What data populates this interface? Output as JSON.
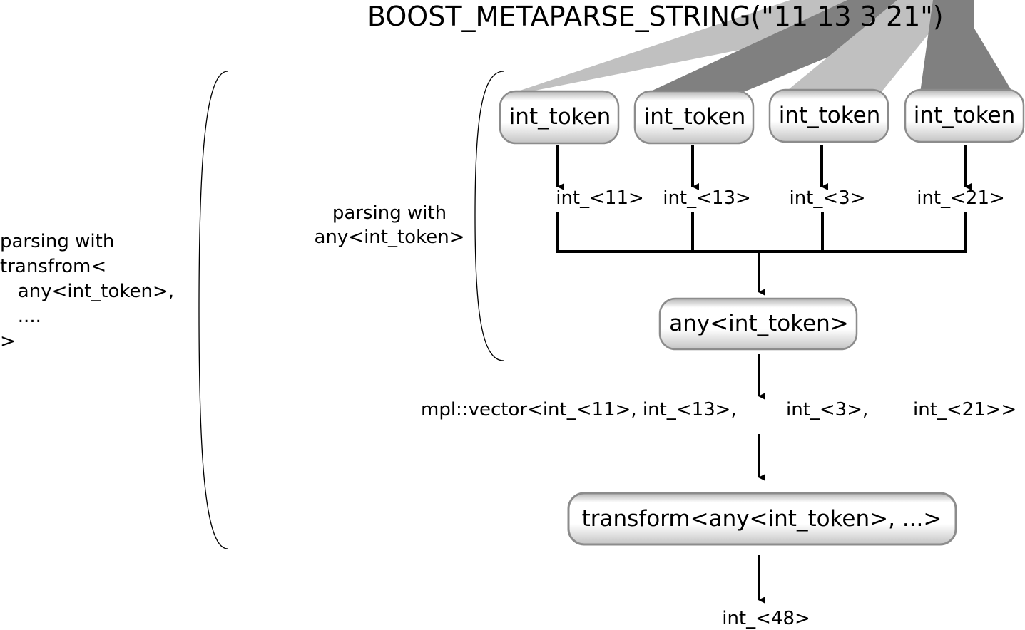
{
  "title": {
    "prefix": "BOOST_METAPARSE_STRING(\"",
    "tokens": [
      "11",
      "13",
      "3",
      "21"
    ],
    "suffix": "\")"
  },
  "tokens": [
    {
      "box": "int_token",
      "result": "int_<11>"
    },
    {
      "box": "int_token",
      "result": "int_<13>"
    },
    {
      "box": "int_token",
      "result": "int_<3>"
    },
    {
      "box": "int_token",
      "result": "int_<21>"
    }
  ],
  "any_box": "any<int_token>",
  "vector_parts": [
    "mpl::vector<int_<11>, int_<13>,",
    "int_<3>,",
    "int_<21>>"
  ],
  "transform_box": "transform<any<int_token>, ...>",
  "final_result": "int_<48>",
  "inner_note": [
    "parsing with",
    "any<int_token>"
  ],
  "outer_note": [
    "parsing with",
    "transfrom<",
    "   any<int_token>,",
    "   ....",
    ">"
  ],
  "colors": {
    "light_band": "#c0c0c0",
    "dark_band": "#808080",
    "box_border": "#8c8c8c",
    "arrow": "#000000"
  }
}
